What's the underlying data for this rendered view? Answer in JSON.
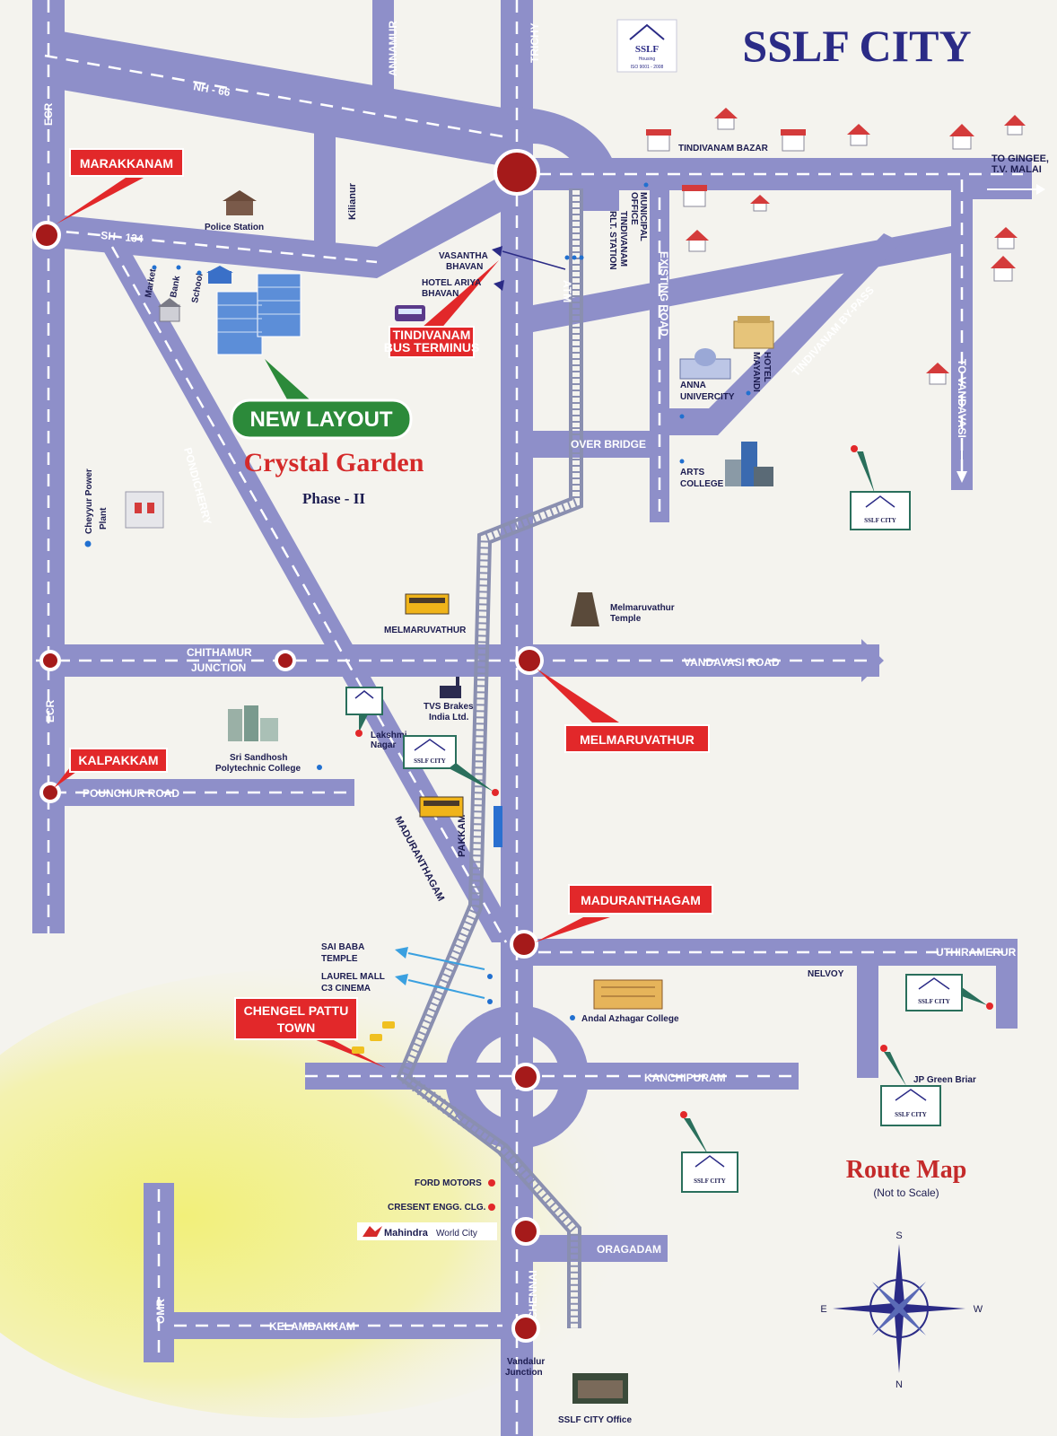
{
  "header": {
    "title": "SSLF CITY",
    "logo_text": "SSLF",
    "logo_sub": "Housing",
    "logo_iso": "ISO 9001 - 2008"
  },
  "layout_badge": {
    "label": "NEW LAYOUT",
    "project": "Crystal Garden",
    "phase": "Phase - II"
  },
  "route_map": {
    "title": "Route Map",
    "subtitle": "(Not to Scale)"
  },
  "compass": {
    "n": "N",
    "s": "S",
    "e": "E",
    "w": "W"
  },
  "roads": {
    "nh66": "NH - 66",
    "sh134": "SH - 134",
    "ecr_top": "ECR",
    "ecr_mid": "ECR",
    "trichy": "TRICHY",
    "annamur": "ANNAMUR",
    "kilianur": "Kilianur",
    "pondicherry": "PONDICHERRY",
    "chithamur": "CHITHAMUR",
    "junction": "JUNCTION",
    "vandavasi_road": "VANDAVASI ROAD",
    "pounchur_road": "POUNCHUR ROAD",
    "maduranthagam_road": "MADURANTHAGAM",
    "pakkam": "PAKKAM",
    "uthiramerur": "UTHIRAMERUR",
    "kanchipuram": "KANCHIPURAM",
    "oragadam": "ORAGADAM",
    "kelambakkam": "KELAMBAKKAM",
    "omr": "OMR",
    "chennai": "CHENNAI",
    "over_bridge": "OVER BRIDGE",
    "existing_road": "EXISTING ROAD",
    "tindivanam_bypass": "TINDIVANAM BY-PASS",
    "to_vandavasi": "TO VANDAVASI",
    "to_gingee_1": "TO GINGEE,",
    "to_gingee_2": "T.V. MALAI",
    "atm": "ATM"
  },
  "towns": {
    "marakkanam": "MARAKKANAM",
    "kalpakkam": "KALPAKKAM",
    "melmaruvathur": "MELMARUVATHUR",
    "maduranthagam": "MADURANTHAGAM",
    "chengelpattu_1": "CHENGEL PATTU",
    "chengelpattu_2": "TOWN",
    "tindivanam_bus_1": "TINDIVANAM",
    "tindivanam_bus_2": "BUS TERMINUS"
  },
  "landmarks": {
    "tindivanam_bazar": "TINDIVANAM BAZAR",
    "police_station": "Police Station",
    "market": "Market",
    "bank": "Bank",
    "school": "School",
    "vasantha_1": "VASANTHA",
    "vasantha_2": "BHAVAN",
    "ariya_1": "HOTEL ARIYA",
    "ariya_2": "BHAVAN",
    "municipal_1": "MUNICIPAL",
    "municipal_2": "OFFICE",
    "rly_1": "TINDIVANAM",
    "rly_2": "RLT. STATION",
    "hotel_1": "HOTEL",
    "hotel_2": "MAYANDI",
    "anna_1": "ANNA",
    "anna_2": "UNIVERCITY",
    "arts_1": "ARTS",
    "arts_2": "COLLEGE",
    "cheyyur_1": "Cheyyur Power",
    "cheyyur_2": "Plant",
    "melmaruvathur_rail": "MELMARUVATHUR",
    "melmaruvathur_temple_1": "Melmaruvathur",
    "melmaruvathur_temple_2": "Temple",
    "tvs_1": "TVS Brakes",
    "tvs_2": "India Ltd.",
    "lakshmi_1": "Lakshmi",
    "lakshmi_2": "Nagar",
    "sandhosh_1": "Sri Sandhosh",
    "sandhosh_2": "Polytechnic College",
    "saibaba_1": "SAI BABA",
    "saibaba_2": "TEMPLE",
    "laurel_1": "LAUREL MALL",
    "laurel_2": "C3 CINEMA",
    "andal": "Andal Azhagar College",
    "nelvoy": "NELVOY",
    "jp_green": "JP Green Briar",
    "ford": "FORD MOTORS",
    "cresent": "CRESENT ENGG. CLG.",
    "mahindra": "Mahindra",
    "mahindra_world": "World City",
    "vandalur_1": "Vandalur",
    "vandalur_2": "Junction",
    "office": "SSLF CITY Office"
  },
  "sslf_marker_label": "SSLF CITY",
  "colors": {
    "road": "#8e8fc9",
    "junction": "#a51a1a",
    "tag_red": "#e2282a",
    "title_blue": "#2b2b86",
    "badge_green": "#2c8a3a",
    "paper": "#f4f3ee",
    "highlight_yellow": "#f3f2a8"
  }
}
